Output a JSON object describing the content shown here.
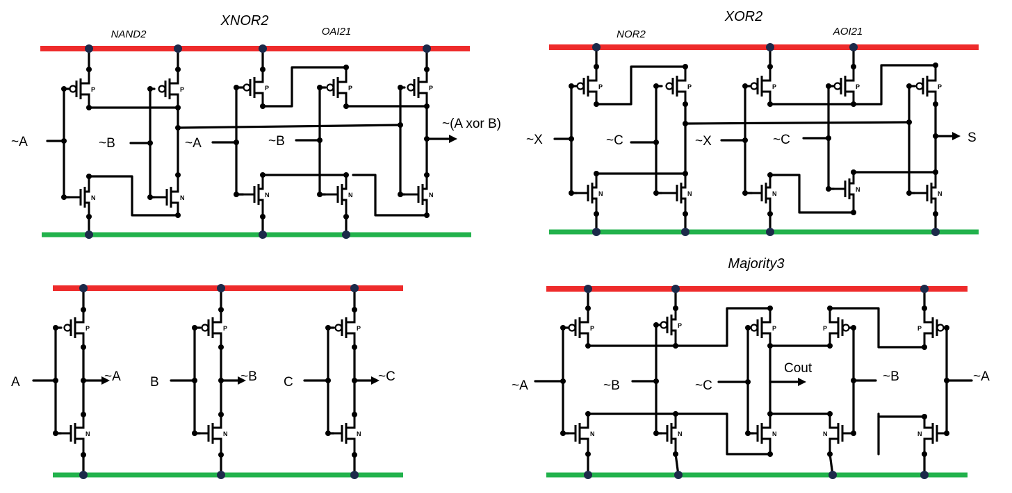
{
  "colors": {
    "vdd_rail": "#ee2b2b",
    "gnd_rail": "#22b24c",
    "rail_dot": "#1c2a4a",
    "wire": "#000000"
  },
  "transistor_marks": {
    "pmos": "P",
    "nmos": "N"
  },
  "xnor2": {
    "title": "XNOR2",
    "sub_left": "NAND2",
    "sub_right": "OAI21",
    "inputs": [
      "~A",
      "~B",
      "~A",
      "~B"
    ],
    "output": "~(A xor B)"
  },
  "xor2": {
    "title": "XOR2",
    "sub_left": "NOR2",
    "sub_right": "AOI21",
    "inputs": [
      "~X",
      "~C",
      "~X",
      "~C"
    ],
    "output": "S"
  },
  "inverters": {
    "inputs": [
      "A",
      "B",
      "C"
    ],
    "outputs": [
      "~A",
      "~B",
      "~C"
    ]
  },
  "majority3": {
    "title": "Majority3",
    "inputs": [
      "~A",
      "~B",
      "~C",
      "~B",
      "~A"
    ],
    "output": "Cout"
  }
}
